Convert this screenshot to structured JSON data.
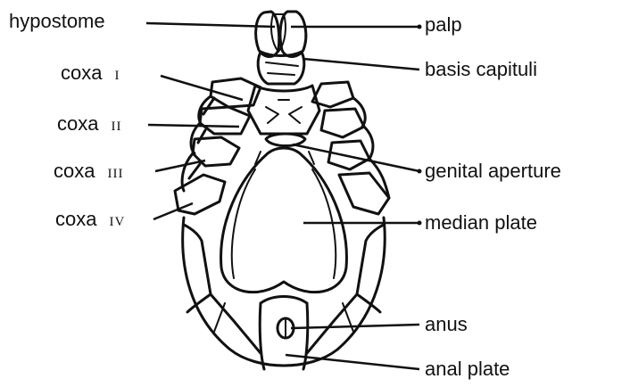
{
  "labels": {
    "hypostome": "hypostome",
    "palp": "palp",
    "basis_capituli": "basis capituli",
    "coxa_word": "coxa",
    "coxa_1": "I",
    "coxa_2": "II",
    "coxa_3": "III",
    "coxa_4": "IV",
    "genital_aperture": "genital aperture",
    "median_plate": "median plate",
    "anus": "anus",
    "anal_plate": "anal plate"
  },
  "colors": {
    "ink": "#111111",
    "background": "#ffffff"
  }
}
